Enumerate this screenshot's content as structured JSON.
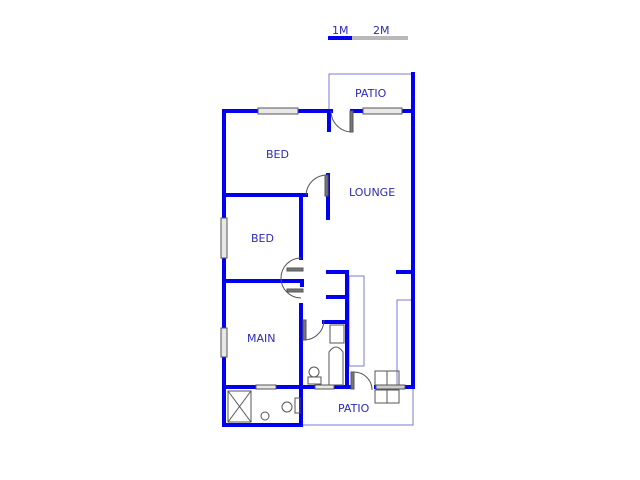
{
  "scale_bar": {
    "label_1": "1M",
    "label_2": "2M",
    "color_primary": "#0000ee",
    "color_secondary": "#b8b8b8"
  },
  "rooms": {
    "patio_top": "PATIO",
    "bed_1": "BED",
    "lounge": "LOUNGE",
    "bed_2": "BED",
    "main": "MAIN",
    "patio_bottom": "PATIO"
  },
  "colors": {
    "wall": "#0000ee",
    "outline": "#7b7bd6",
    "label": "#2b2bb8",
    "fixture": "#666666"
  }
}
